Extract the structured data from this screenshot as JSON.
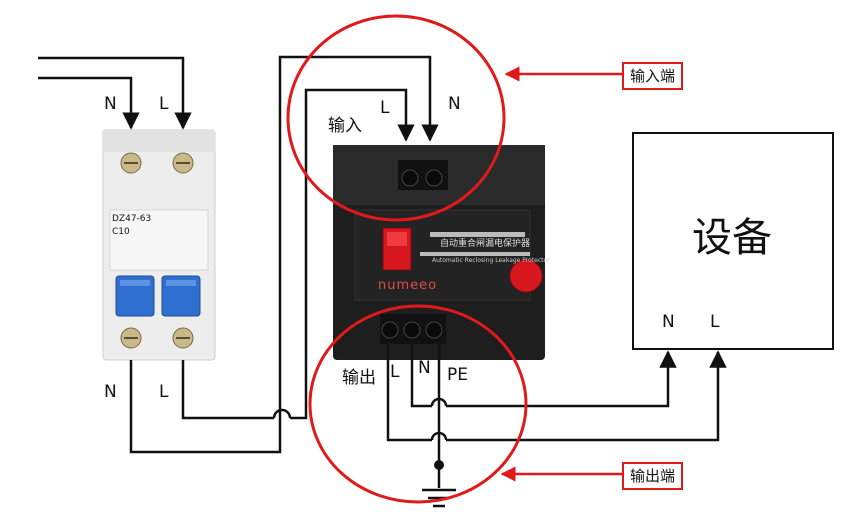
{
  "breaker": {
    "terminal_labels_top": [
      "N",
      "L"
    ],
    "terminal_labels_bottom": [
      "N",
      "L"
    ],
    "model_text": "DZ47-63",
    "rating_text": "C10"
  },
  "protector": {
    "brand_text": "numeeo",
    "name_text": "自动重合闸漏电保护器",
    "subtitle_text": "Automatic Reclosing Leakage Protector",
    "input_label": "输入",
    "input_terminals": [
      "L",
      "N"
    ],
    "output_label": "输出",
    "output_terminals": [
      "L",
      "N",
      "PE"
    ]
  },
  "device": {
    "title": "设备",
    "terminals": [
      "N",
      "L"
    ]
  },
  "callouts": {
    "input_end": "输入端",
    "output_end": "输出端"
  },
  "colors": {
    "wire": "#111111",
    "highlight": "#e01a1a",
    "breaker_body": "#eeeeee",
    "breaker_handle": "#2f6fd0",
    "protector_body": "#1e1e1e",
    "red_button": "#d8161e"
  }
}
